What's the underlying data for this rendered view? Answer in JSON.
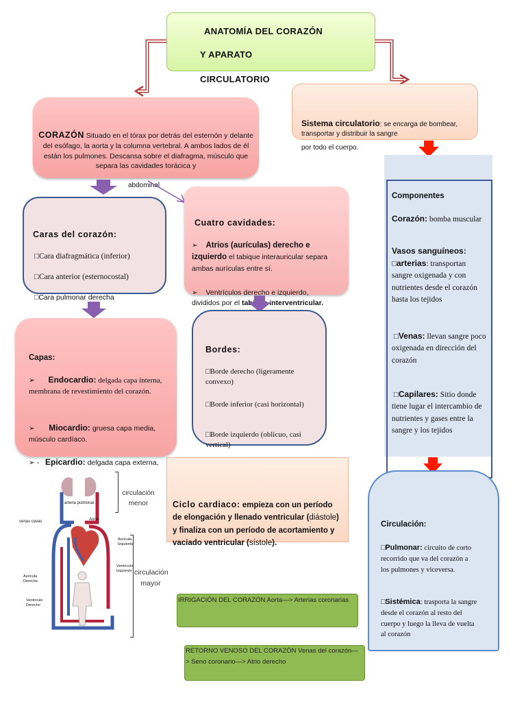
{
  "title": {
    "line1": "ANATOMÍA DEL CORAZÓN",
    "line2": "Y APARATO",
    "line3": "CIRCULATORIO"
  },
  "corazon": {
    "heading": "CORAZÓN",
    "text": " Situado en el tórax por detrás del esternón y delante del esófago, la aorta y la columna vertebral. A ambos lados de él están los pulmones. Descansa sobre el diafragma, músculo que separa las cavidades torácica y",
    "tail": "abdominal"
  },
  "sistema": {
    "heading": "Sistema circulatorio",
    "text": ": se encarga de bombear, transportar y distribuir la sangre",
    "tail": "por todo el cuerpo."
  },
  "caras": {
    "heading": "Caras del corazón:",
    "items": [
      "□Cara diafragmática (inferior)",
      "□Cara anterior (esternocostal)",
      "□Cara pulmonar derecha"
    ]
  },
  "cavidades": {
    "heading": "Cuatro cavidades:",
    "item1_bullet": "➢",
    "item1_bold": "Atrios (aurículas) derecho e izquierdo",
    "item1_text": " el tabique interauricular separa ambas aurículas entre sí.",
    "item2_bullet": "➢",
    "item2_bold": "Ventrículos derecho e izquierdo,",
    "item2_text": "divididos por el ",
    "item2_bold2": "tabique interventricular."
  },
  "capas": {
    "heading": "Capas:",
    "endo_bullet": "➢",
    "endo_bold": "Endocardio:",
    "endo_text": " delgada capa interna, membrana de revestimiento del corazón.",
    "mio_bullet": "➢",
    "mio_bold": "Miocardio:",
    "mio_text": " gruesa capa media, músculo cardíaco.",
    "epi_bullet": "➢ -",
    "epi_bold": "Epicardio:",
    "epi_text": " delgada capa externa,"
  },
  "bordes": {
    "heading": "Bordes:",
    "items": [
      "□Borde derecho (ligeramente convexo)",
      "□Borde inferior (casi horizontal)",
      "□Borde izquierdo (oblicuo, casi vertical)"
    ]
  },
  "componentes": {
    "heading": "Componentes",
    "corazon_bold": "Corazón:",
    "corazon_text": " bomba muscular",
    "vasos_bold": "Vasos sanguíneos:",
    "arterias_bold": "arterias",
    "arterias_text": ": transportan sangre oxigenada y con nutrientes desde el corazón hasta los tejidos",
    "venas_bold": "Venas:",
    "venas_text": " llevan sangre poco oxigenada en dirección del corazón",
    "capilares_bold": "Capilares:",
    "capilares_text": " Sitio donde tiene lugar el intercambio de nutrientes y gases entre la sangre y los tejidos"
  },
  "ciclo": {
    "heading": "Ciclo cardiaco:",
    "text1": " empieza con un período de elongación y llenado ventricular (",
    "diastole": "diástole",
    "text2": ") y finaliza con un período de acortamiento y vaciado ventricular (",
    "sistole": "sístole",
    "text3": ")."
  },
  "circulacion": {
    "heading": "Circulación:",
    "pulmonar_bold": "Pulmonar:",
    "pulmonar_text": " circuito de corto recorrido que va del corazón a los pulmones y viceversa.",
    "sistemica_bold": "Sistémica",
    "sistemica_text": ": trasporta la sangre desde el corazón al resto del cuerpo y luego la lleva de vuelta al corazón"
  },
  "irrigacion": {
    "text": "IRRIGACIÓN DEL CORAZÓN Aorta—> Arterias coronarias"
  },
  "retorno": {
    "text": "RETORNO VENOSO DEL CORAZÓN Venas del corazón—> Seno coronario—> Atrio derecho"
  },
  "diagram": {
    "arteria_pulmonar": "arteria pulmonar",
    "venas_cavas": "venas cavas",
    "aorta": "Aorta",
    "auricula_izq": "Aurícula Izquierda",
    "ventriculo_izq": "Ventrículo Izquierdo",
    "auricula_der": "Aurícula Derecha",
    "ventriculo_der": "Ventrículo Derecho",
    "circ_menor": "circulación menor",
    "circ_mayor": "circulación mayor"
  },
  "colors": {
    "arrow_purple": "#8a5fb0",
    "arrow_red": "#ff1a00",
    "connector_red": "#b23a3a",
    "border_blue": "#3c5a8f"
  }
}
